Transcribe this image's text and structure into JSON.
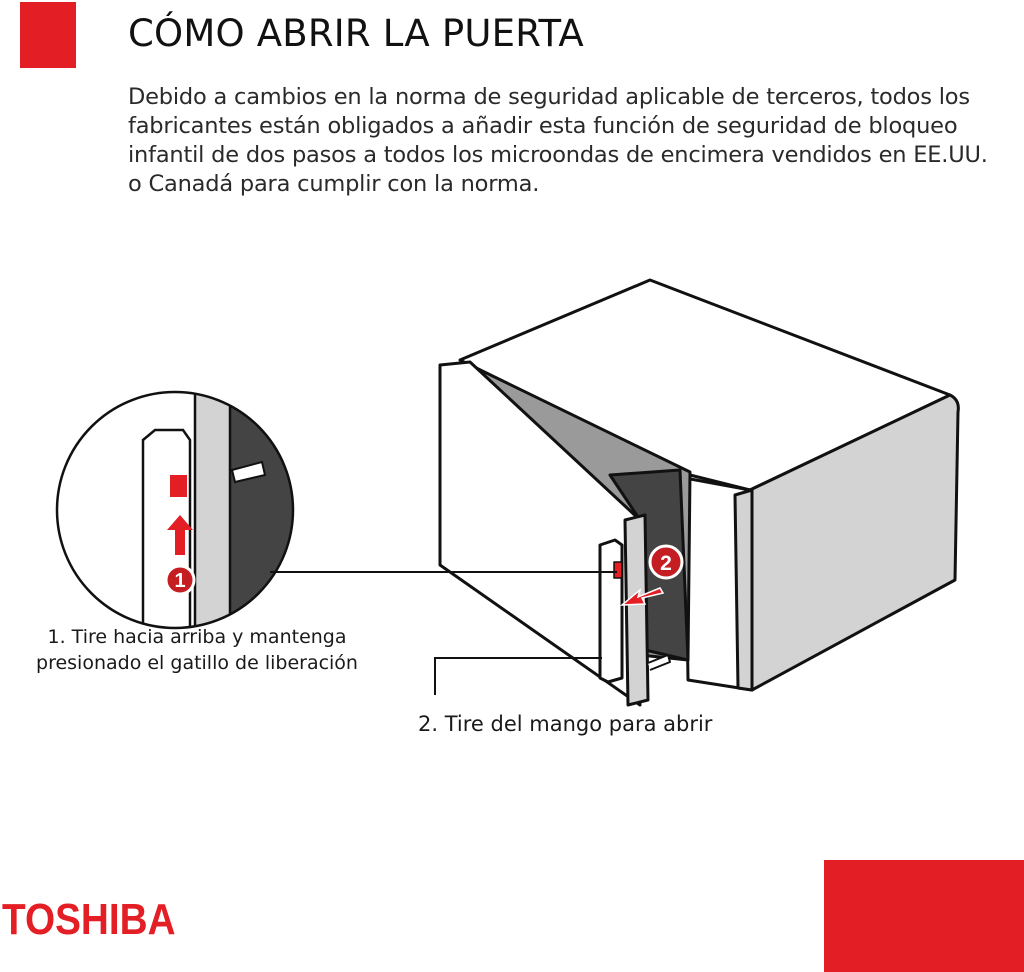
{
  "header": {
    "title": "CÓMO ABRIR LA PUERTA",
    "intro": "Debido a cambios en la norma de seguridad aplicable de terceros, todos los fabricantes están obligados a añadir esta función de seguridad de bloqueo infantil de dos pasos a todos los microondas de encimera vendidos en EE.UU. o Canadá para cumplir con la norma."
  },
  "steps": [
    {
      "number": "1",
      "text": "1. Tire hacia arriba y mantenga presionado el gatillo de liberación"
    },
    {
      "number": "2",
      "text": "2. Tire del mango para abrir"
    }
  ],
  "brand": {
    "logo": "TOSHIBA",
    "accent_color": "#e31e24"
  },
  "icons": {
    "up_arrow": "arrow-up-icon",
    "pull_arrow": "arrow-down-left-icon"
  }
}
